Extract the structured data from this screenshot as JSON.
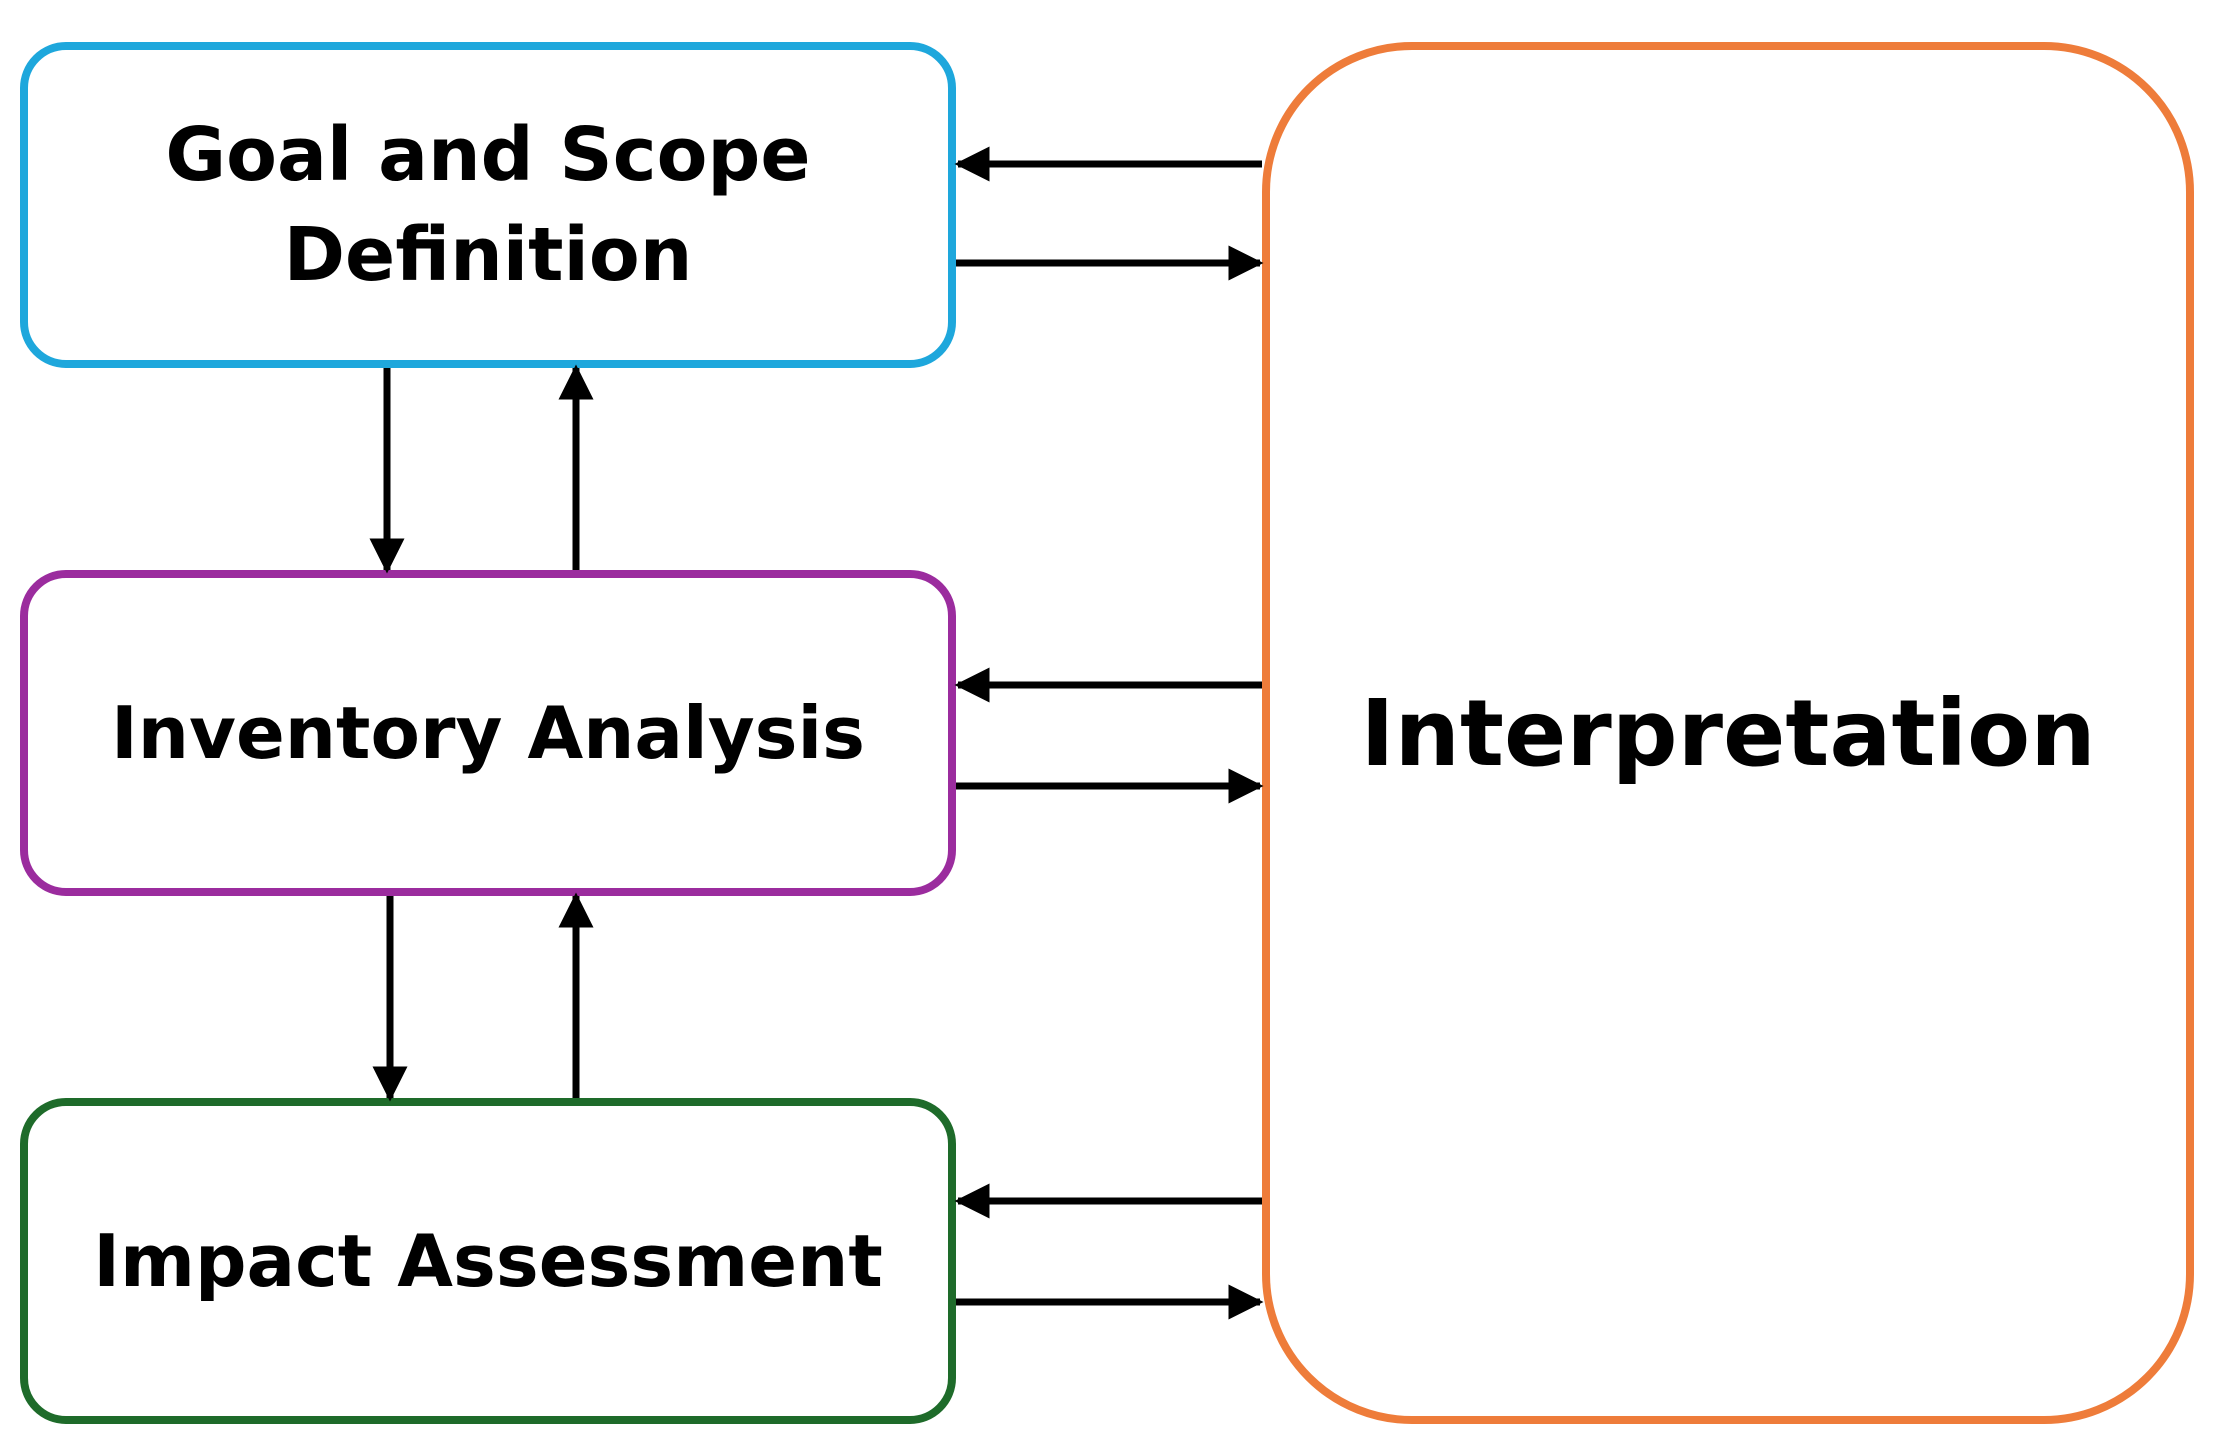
{
  "nodes": {
    "goal": {
      "line1": "Goal and Scope",
      "line2": "Definition",
      "border_color": "#1ea7dc"
    },
    "inventory": {
      "label": "Inventory Analysis",
      "border_color": "#9b2c9e"
    },
    "impact": {
      "label": "Impact Assessment",
      "border_color": "#1e6b2a"
    },
    "interpretation": {
      "label": "Interpretation",
      "border_color": "#ee7c3a"
    }
  },
  "edges": [
    {
      "from": "interpretation",
      "to": "goal"
    },
    {
      "from": "goal",
      "to": "interpretation"
    },
    {
      "from": "goal",
      "to": "inventory"
    },
    {
      "from": "inventory",
      "to": "goal"
    },
    {
      "from": "interpretation",
      "to": "inventory"
    },
    {
      "from": "inventory",
      "to": "interpretation"
    },
    {
      "from": "inventory",
      "to": "impact"
    },
    {
      "from": "impact",
      "to": "inventory"
    },
    {
      "from": "interpretation",
      "to": "impact"
    },
    {
      "from": "impact",
      "to": "interpretation"
    }
  ],
  "colors": {
    "arrow": "#000000"
  }
}
